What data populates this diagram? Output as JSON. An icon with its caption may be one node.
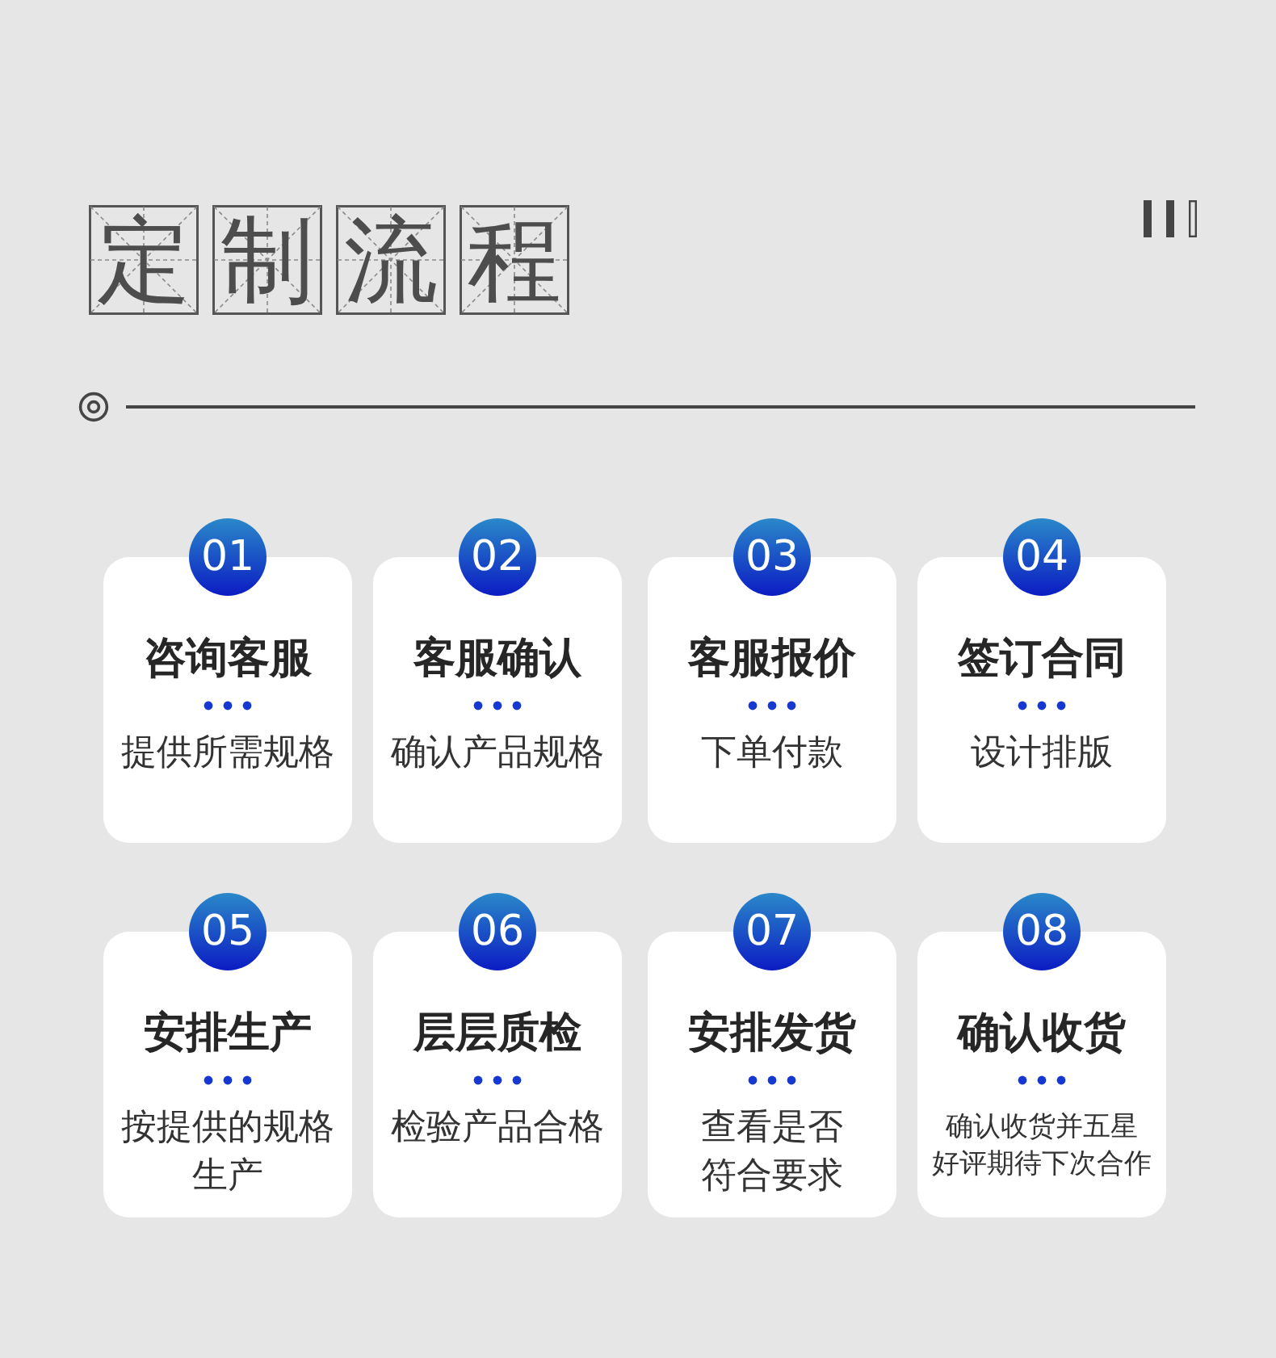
{
  "diagram": {
    "title": "定制流程",
    "nodes": [
      {
        "text": [
          "01"
        ]
      },
      {
        "text": [
          "咨询客服",
          "提供所需规格"
        ]
      },
      {
        "text": [
          "02"
        ]
      },
      {
        "text": [
          "客服确认",
          "确认产品规格"
        ]
      },
      {
        "text": [
          "03"
        ]
      },
      {
        "text": [
          "客服报价",
          "下单付款"
        ]
      },
      {
        "text": [
          "04"
        ]
      },
      {
        "text": [
          "签订合同",
          "设计排版"
        ]
      },
      {
        "text": [
          "05"
        ]
      },
      {
        "text": [
          "安排生产",
          "按提供的规格生产"
        ]
      },
      {
        "text": [
          "06"
        ]
      },
      {
        "text": [
          "层层质检",
          "检验产品合格"
        ]
      },
      {
        "text": [
          "07"
        ]
      },
      {
        "text": [
          "安排发货",
          "查看是否符合要求"
        ]
      },
      {
        "text": [
          "08"
        ]
      },
      {
        "text": [
          "确认收货",
          "确认收货并五星好评期待下次合作"
        ]
      }
    ]
  }
}
